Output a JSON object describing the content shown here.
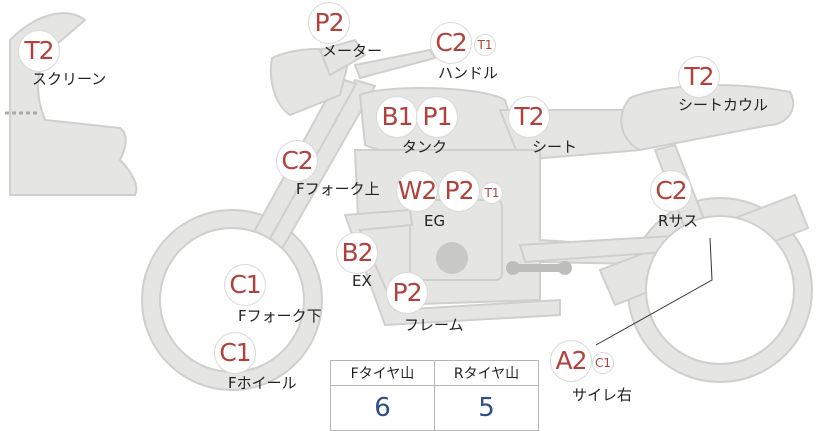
{
  "parts": {
    "screen": {
      "label": "スクリーン",
      "badges": [
        "T2"
      ]
    },
    "meter": {
      "label": "メーター",
      "badges": [
        "P2"
      ]
    },
    "handle": {
      "label": "ハンドル",
      "badges": [
        "C2"
      ],
      "sub_badges": [
        "T1"
      ]
    },
    "seat_cowl": {
      "label": "シートカウル",
      "badges": [
        "T2"
      ]
    },
    "tank": {
      "label": "タンク",
      "badges": [
        "B1",
        "P1"
      ]
    },
    "seat": {
      "label": "シート",
      "badges": [
        "T2"
      ]
    },
    "f_fork_upper": {
      "label": "Fフォーク上",
      "badges": [
        "C2"
      ]
    },
    "eg": {
      "label": "EG",
      "badges": [
        "W2",
        "P2"
      ],
      "sub_badges": [
        "T1"
      ]
    },
    "r_sus": {
      "label": "Rサス",
      "badges": [
        "C2"
      ]
    },
    "ex": {
      "label": "EX",
      "badges": [
        "B2"
      ]
    },
    "f_fork_lower": {
      "label": "Fフォーク下",
      "badges": [
        "C1"
      ]
    },
    "frame": {
      "label": "フレーム",
      "badges": [
        "P2"
      ]
    },
    "f_wheel": {
      "label": "Fホイール",
      "badges": [
        "C1"
      ]
    },
    "muffler_r": {
      "label": "サイレ右",
      "badges": [
        "A2"
      ],
      "sub_badges": [
        "C1"
      ]
    }
  },
  "tire_table": {
    "headers": [
      "Fタイヤ山",
      "Rタイヤ山"
    ],
    "values": [
      "6",
      "5"
    ]
  },
  "colors": {
    "badge_text": "#b2413b",
    "value_text": "#2f4d8a",
    "bike_fill": "#e5e5e3",
    "bike_stroke": "#cfcfcd"
  }
}
